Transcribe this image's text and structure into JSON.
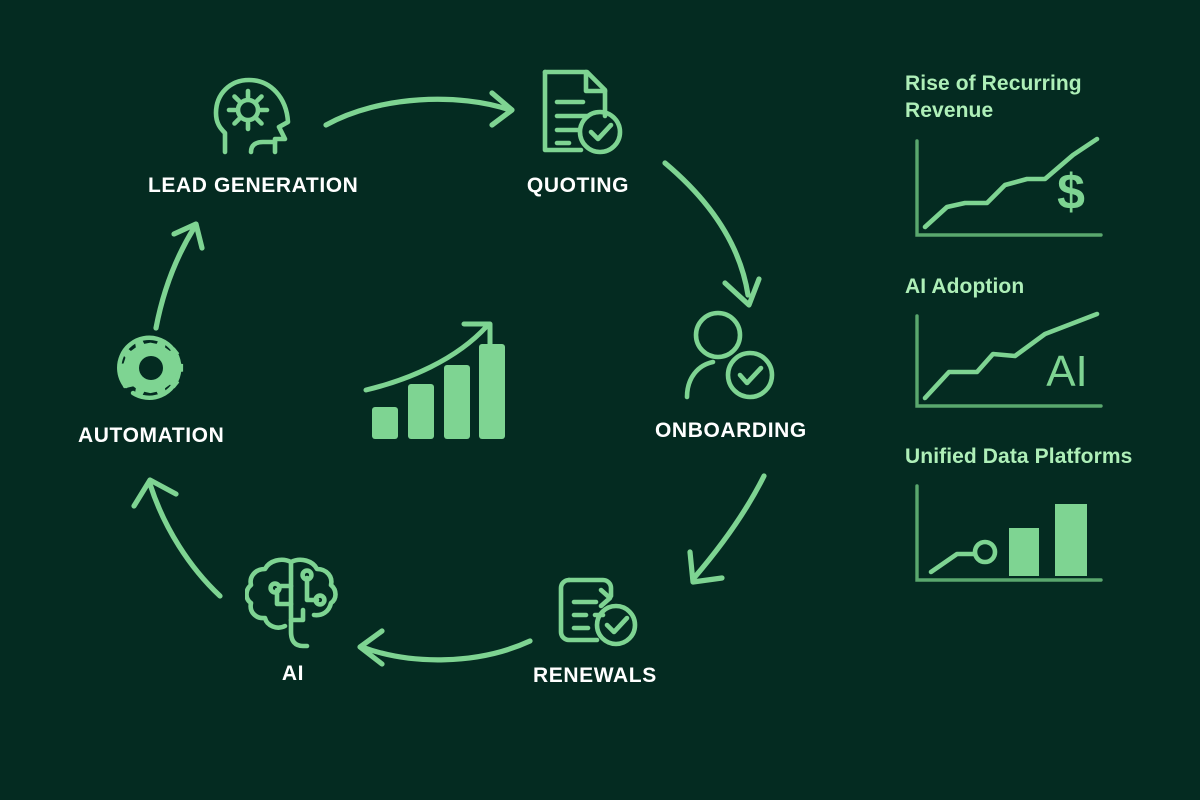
{
  "theme": {
    "background": "#042b21",
    "accent_green": "#7ed492",
    "light_green": "#aeefb8",
    "label_white": "#ffffff"
  },
  "cycle": {
    "name": "revenue lifecycle cycle diagram",
    "nodes": [
      {
        "id": "lead-generation",
        "label": "LEAD GENERATION",
        "icon": "head-with-gear-icon"
      },
      {
        "id": "quoting",
        "label": "QUOTING",
        "icon": "document-check-icon"
      },
      {
        "id": "onboarding",
        "label": "ONBOARDING",
        "icon": "person-check-icon"
      },
      {
        "id": "renewals",
        "label": "RENEWALS",
        "icon": "renewal-document-check-icon"
      },
      {
        "id": "ai",
        "label": "AI",
        "icon": "brain-circuit-icon"
      },
      {
        "id": "automation",
        "label": "AUTOMATION",
        "icon": "gear-refresh-icon"
      }
    ],
    "arrows": [
      {
        "id": "lead-to-quoting",
        "from": "lead-generation",
        "to": "quoting"
      },
      {
        "id": "quoting-to-onboarding",
        "from": "quoting",
        "to": "onboarding"
      },
      {
        "id": "onboarding-to-renewals",
        "from": "onboarding",
        "to": "renewals"
      },
      {
        "id": "renewals-to-ai",
        "from": "renewals",
        "to": "ai"
      },
      {
        "id": "ai-to-automation",
        "from": "ai",
        "to": "automation"
      },
      {
        "id": "automation-to-lead",
        "from": "automation",
        "to": "lead-generation"
      }
    ]
  },
  "center_graphic": {
    "name": "growth-bar-chart-icon",
    "description": "four ascending bars with rising curved arrow"
  },
  "chart_data": [
    {
      "id": "rise-of-recurring-revenue",
      "type": "line",
      "title": "Rise of Recurring Revenue",
      "annotation": "$",
      "xlabel": "",
      "ylabel": "",
      "x": [
        0,
        1,
        2,
        3,
        4,
        5,
        6,
        7,
        8
      ],
      "values": [
        8,
        30,
        36,
        36,
        52,
        58,
        58,
        80,
        100
      ],
      "ylim": [
        0,
        100
      ],
      "grid": false,
      "legend": "none"
    },
    {
      "id": "ai-adoption",
      "type": "line",
      "title": "AI Adoption",
      "annotation": "AI",
      "xlabel": "",
      "ylabel": "",
      "x": [
        0,
        1,
        2,
        3,
        4,
        5,
        6
      ],
      "values": [
        5,
        38,
        38,
        60,
        58,
        80,
        100
      ],
      "ylim": [
        0,
        100
      ],
      "grid": false,
      "legend": "none"
    },
    {
      "id": "unified-data-platforms",
      "type": "bar",
      "title": "Unified Data Platforms",
      "categories": [
        "",
        "",
        ""
      ],
      "values": [
        18,
        52,
        76
      ],
      "ylim": [
        0,
        100
      ],
      "marker": "circle-endpoint-line",
      "grid": false,
      "legend": "none"
    }
  ]
}
